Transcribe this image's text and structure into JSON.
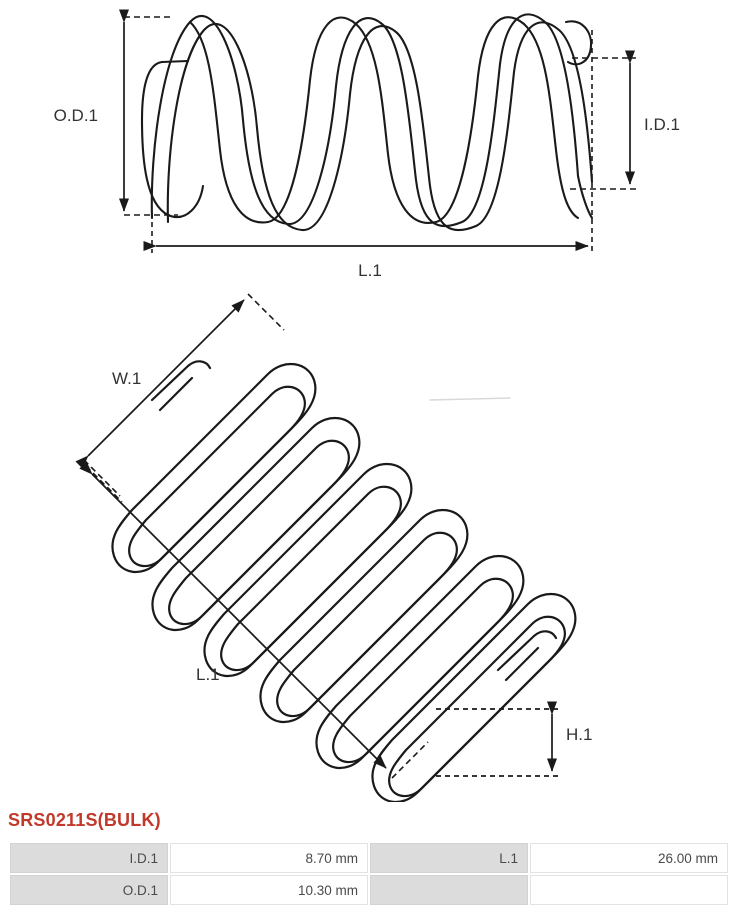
{
  "part": {
    "title": "SRS0211S(BULK)",
    "title_color": "#c0392b"
  },
  "drawings": {
    "top_view": {
      "name": "compression-spring-side-view",
      "labels": {
        "od": "O.D.1",
        "id": "I.D.1",
        "length": "L.1"
      }
    },
    "iso_view": {
      "name": "compression-spring-isometric-view",
      "labels": {
        "width": "W.1",
        "length": "L.1",
        "height": "H.1"
      }
    }
  },
  "spec_table": {
    "rows": [
      {
        "label_left": "I.D.1",
        "value_left": "8.70 mm",
        "label_right": "L.1",
        "value_right": "26.00 mm"
      },
      {
        "label_left": "O.D.1",
        "value_left": "10.30 mm",
        "label_right": "",
        "value_right": ""
      }
    ]
  },
  "style": {
    "line_color": "#1a1a1a",
    "label_color": "#333333",
    "table_label_bg": "#dcdcdc",
    "table_value_bg": "#ffffff"
  }
}
